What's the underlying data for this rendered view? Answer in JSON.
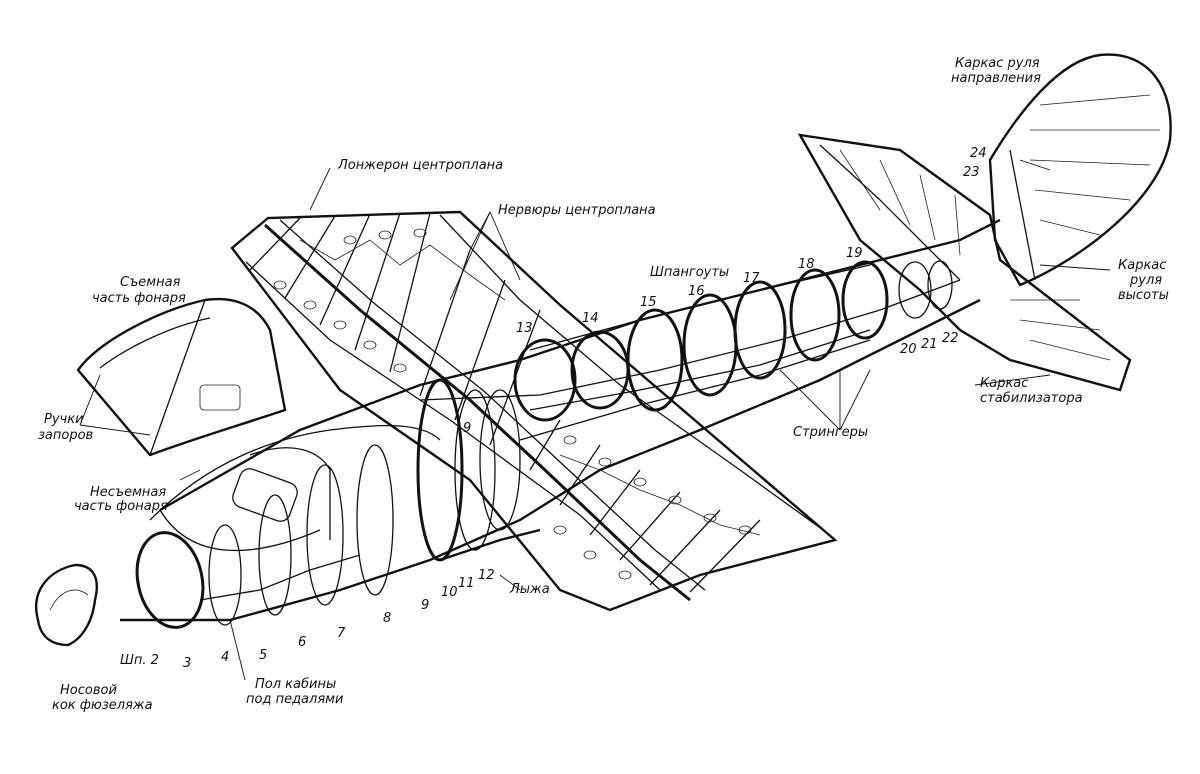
{
  "labels": {
    "spar": "Лонжерон центроплана",
    "ribs": "Нервюры центроплана",
    "rudder_1": "Каркас руля",
    "rudder_2": "направления",
    "canopy_rem_1": "Съемная",
    "canopy_rem_2": "часть фонаря",
    "handles_1": "Ручки",
    "handles_2": "запоров",
    "canopy_fix_1": "Несъемная",
    "canopy_fix_2": "часть фонаря",
    "frames": "Шпангоуты",
    "elevator_1": "Каркас",
    "elevator_2": "руля",
    "elevator_3": "высоты",
    "stringers": "Стрингеры",
    "stabilizer_1": "Каркас",
    "stabilizer_2": "стабилизатора",
    "ski": "Лыжа",
    "floor_1": "Пол кабины",
    "floor_2": "под педалями",
    "nose_1": "Носовой",
    "nose_2": "кок фюзеляжа"
  },
  "frame_numbers": {
    "n2": "Шп. 2",
    "n3": "3",
    "n4": "4",
    "n5": "5",
    "n6": "6",
    "n7": "7",
    "n8": "8",
    "n9a": "9",
    "n9b": "9",
    "n10": "10",
    "n11": "11",
    "n12": "12",
    "n13": "13",
    "n14": "14",
    "n15": "15",
    "n16": "16",
    "n17": "17",
    "n18": "18",
    "n19": "19",
    "n20": "20",
    "n21": "21",
    "n22": "22",
    "n23": "23",
    "n24": "24"
  },
  "colors": {
    "ink": "#111111",
    "paper": "#ffffff"
  }
}
